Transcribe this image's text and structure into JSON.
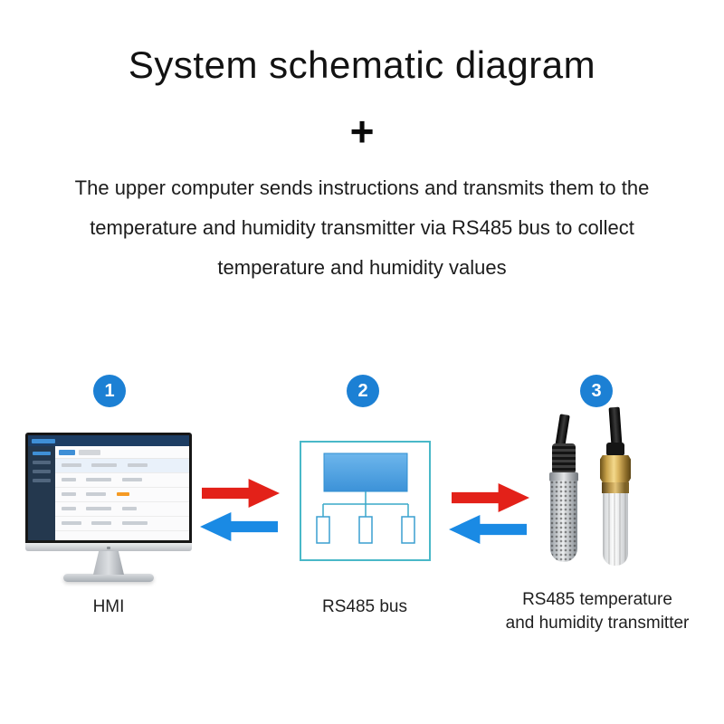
{
  "page": {
    "title": "System schematic diagram",
    "plus_symbol": "+",
    "description_lines": [
      "The upper computer sends instructions and transmits them to the",
      "temperature and humidity transmitter via RS485 bus to collect",
      "temperature and humidity values"
    ]
  },
  "steps": [
    {
      "number": "1",
      "label_lines": [
        "HMI"
      ]
    },
    {
      "number": "2",
      "label_lines": [
        "RS485 bus"
      ]
    },
    {
      "number": "3",
      "label_lines": [
        "RS485 temperature",
        "and humidity transmitter"
      ]
    }
  ],
  "colors": {
    "badge_blue": "#1c80d4",
    "arrow_red": "#e32119",
    "arrow_blue": "#1a8ae4",
    "bus_border": "#49b8c8",
    "bus_fill": "#4aa0e0"
  }
}
